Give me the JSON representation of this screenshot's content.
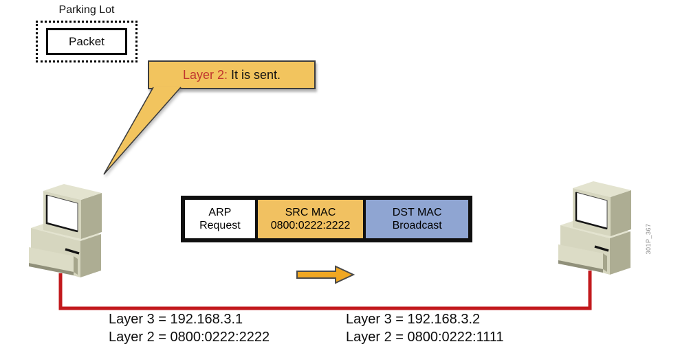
{
  "parking_lot": {
    "label": "Parking Lot",
    "packet_label": "Packet"
  },
  "callout": {
    "prefix": "Layer 2:",
    "message": " It is sent."
  },
  "packet_frame": {
    "fields": [
      {
        "name": "arp-request",
        "line1": "ARP",
        "line2": "Request",
        "bg": "#FFFFFF"
      },
      {
        "name": "src-mac",
        "line1": "SRC MAC",
        "line2": "0800:0222:2222",
        "bg": "#F1C161"
      },
      {
        "name": "dst-mac",
        "line1": "DST MAC",
        "line2": "Broadcast",
        "bg": "#8FA5D2"
      }
    ]
  },
  "hosts": {
    "left": {
      "lines": [
        "Layer 3 = 192.168.3.1",
        "Layer 2 = 0800:0222:2222"
      ]
    },
    "right": {
      "lines": [
        "Layer 3 = 192.168.3.2",
        "Layer 2 = 0800:0222:1111"
      ]
    }
  },
  "watermark": "301P_367",
  "colors": {
    "callout_fill": "#F2C45E",
    "callout_text_accent": "#C0362F",
    "arrow_fill": "#F0A722",
    "link_red": "#C2191C"
  }
}
